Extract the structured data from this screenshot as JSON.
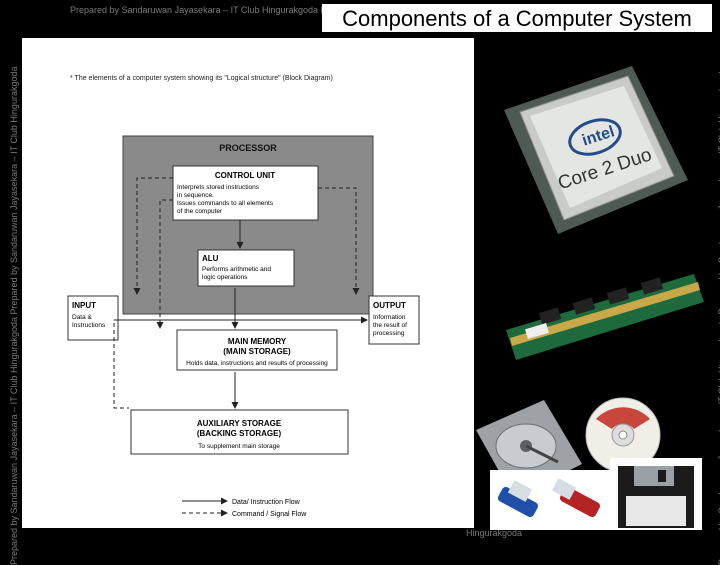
{
  "slide": {
    "title": "Components of a Computer System",
    "credit_top": "Prepared by Sandaruwan Jayasekara – IT Club Hingurakgoda Prepared by Sandaruwan Jayasekara – IT Club Hingurakgoda",
    "credit_side": "Prepared by Sandaruwan Jayasekara – IT Club Hingurakgoda Prepared by Sandaruwan Jayasekara – IT Club Hingurakgoda",
    "credit_bottom": "Hingurakgoda"
  },
  "diagram": {
    "caption": "* The elements of a computer system showing its \"Logical structure\" (Block Diagram)",
    "processor": "PROCESSOR",
    "control_unit": {
      "title": "CONTROL UNIT",
      "lines": [
        "Interprets stored instructions",
        "in sequence.",
        "Issues commands to all elements",
        "of the computer"
      ]
    },
    "alu": {
      "title": "ALU",
      "lines": [
        "Performs arithmetic and",
        "logic operations"
      ]
    },
    "input": {
      "title": "INPUT",
      "lines": [
        "Data &",
        "Instructions"
      ]
    },
    "output": {
      "title": "OUTPUT",
      "lines": [
        "Information",
        "the result of",
        "processing"
      ]
    },
    "main_memory": {
      "title1": "MAIN MEMORY",
      "title2": "(MAIN STORAGE)",
      "desc": "Holds data, instructions and results of processing"
    },
    "aux_storage": {
      "title1": "AUXILIARY STORAGE",
      "title2": "(BACKING STORAGE)",
      "desc": "To supplement main storage"
    },
    "legend": {
      "data_flow": "Data/ Instruction Flow",
      "command_flow": "Command / Signal Flow"
    }
  },
  "photos": {
    "cpu_brand": "intel",
    "cpu_model": "Core 2 Duo"
  },
  "colors": {
    "processor_fill": "#8a8a8a",
    "slide_bg": "#000000",
    "panel_bg": "#ffffff"
  }
}
